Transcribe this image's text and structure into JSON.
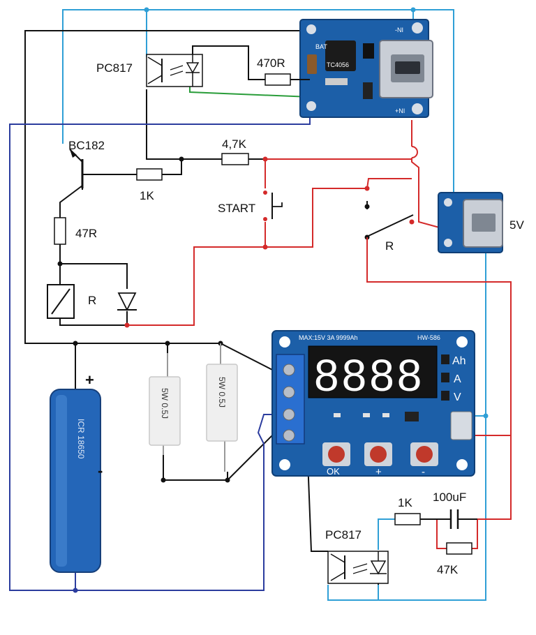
{
  "colors": {
    "wire_black": "#111111",
    "wire_red": "#d42a2a",
    "wire_cyan": "#2f9fd6",
    "wire_blue": "#2b3c9e",
    "wire_green": "#2a9d3a",
    "pcb_blue": "#1c5fa8",
    "battery_blue": "#2466b8"
  },
  "labels": {
    "pc817_top": "PC817",
    "r470": "470R",
    "bc182": "BC182",
    "r47k": "4,7K",
    "r1k_top": "1K",
    "r47": "47R",
    "start": "START",
    "relay": "R",
    "relay_contact": "R",
    "usb5v": "5V",
    "plus": "+",
    "minus": "-",
    "pc817_bottom": "PC817",
    "r1k_bottom": "1K",
    "c100uf": "100uF",
    "r47k_bottom": "47K"
  },
  "charger_board": {
    "bat": "BAT",
    "in_minus": "-NI",
    "in_plus": "+NI",
    "chip": "TC4056"
  },
  "tester_board": {
    "spec": "MAX:15V 3A 9999Ah",
    "model": "HW-586",
    "digits": "8888",
    "unit_ah": "Ah",
    "unit_a": "A",
    "unit_v": "V",
    "btn_ok": "OK",
    "btn_plus": "+",
    "btn_minus": "-"
  },
  "resistor_left": "5W 0.5J",
  "resistor_right": "5W 0.5J",
  "battery_text": "ICR 18650"
}
